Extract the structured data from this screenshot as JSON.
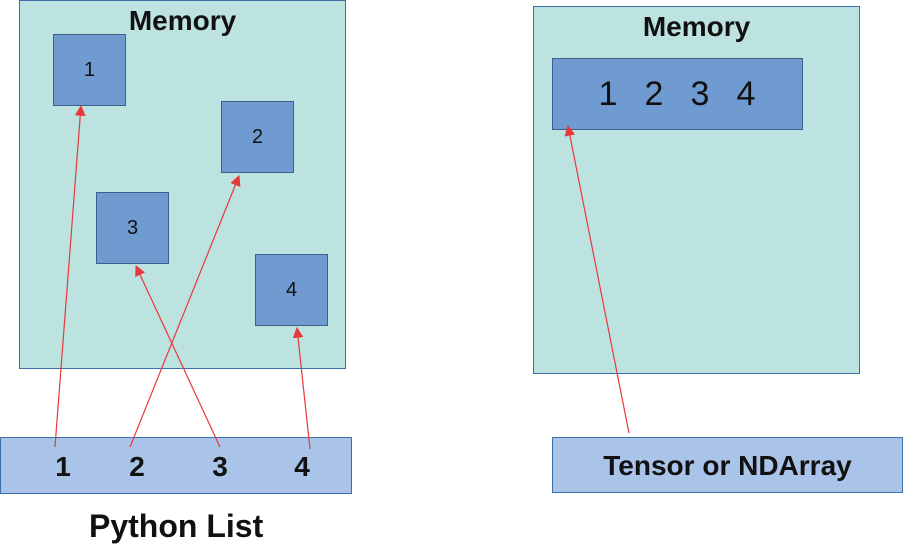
{
  "left_panel": {
    "memory_title": "Memory",
    "cells": [
      "1",
      "2",
      "3",
      "4"
    ],
    "list_items": [
      "1",
      "2",
      "3",
      "4"
    ],
    "caption": "Python List"
  },
  "right_panel": {
    "memory_title": "Memory",
    "array_values": [
      "1",
      "2",
      "3",
      "4"
    ],
    "label": "Tensor or NDArray"
  },
  "colors": {
    "memory_fill": "#bce3e0",
    "cell_fill": "#6f9bd0",
    "bar_fill": "#a9c4e8",
    "arrow": "#e8393a"
  }
}
